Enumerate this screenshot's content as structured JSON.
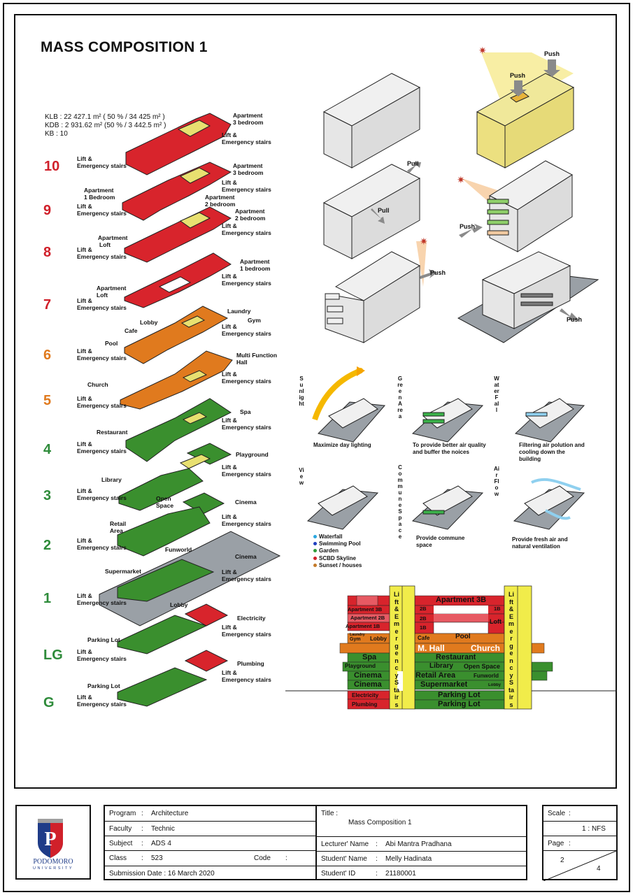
{
  "title": "MASS COMPOSITION  1",
  "stats": [
    "KLB   : 22 427.1 m² ( 50 % / 34 425 m² )",
    "KDB   : 2 931.62 m² (50 % / 3 442.5 m² )",
    "KB      : 10"
  ],
  "floors": [
    {
      "label": "10",
      "color": "#d0202a"
    },
    {
      "label": "9",
      "color": "#d0202a"
    },
    {
      "label": "8",
      "color": "#d0202a"
    },
    {
      "label": "7",
      "color": "#d0202a"
    },
    {
      "label": "6",
      "color": "#e07a1e"
    },
    {
      "label": "5",
      "color": "#e07a1e"
    },
    {
      "label": "4",
      "color": "#2e8b3a"
    },
    {
      "label": "3",
      "color": "#2e8b3a"
    },
    {
      "label": "2",
      "color": "#2e8b3a"
    },
    {
      "label": "1",
      "color": "#2e8b3a"
    },
    {
      "label": "LG",
      "color": "#2e8b3a"
    },
    {
      "label": "G",
      "color": "#2e8b3a"
    }
  ],
  "labels": {
    "lift": "Lift &",
    "emerg": "Emergency stairs",
    "apt3": "Apartment",
    "apt3b": "3 bedroom",
    "apt1": "Apartment",
    "apt1b": "1 Bedroom",
    "apt2": "Apartment",
    "apt2b": "2 bedroom",
    "loft": "Apartment",
    "loftb": "Loft",
    "apt1bed": "1 bedroom",
    "laundry": "Laundry",
    "lobby": "Lobby",
    "gym": "Gym",
    "cafe": "Cafe",
    "pool": "Pool",
    "mfh": "Multi Function",
    "mfhb": "Hall",
    "church": "Church",
    "spa": "Spa",
    "restaurant": "Restaurant",
    "playground": "Playground",
    "library": "Library",
    "open": "Open",
    "space": "Space",
    "cinema": "Cinema",
    "retail": "Retail",
    "area": "Area",
    "funworld": "Funworld",
    "supermarket": "Supermarket",
    "parking": "Parking Lot",
    "electricity": "Electricity",
    "plumbing": "Plumbing"
  },
  "diagram": {
    "push": "Push",
    "pull": "Pull"
  },
  "strategies": {
    "v1": "Sunlight",
    "v2": "Green Area",
    "v3": "Water Fall",
    "v4": "View",
    "v5": "Commune Space",
    "v6": "Air Flow",
    "c1": "Maximize day lighting",
    "c2": "To provide better air quality and buffer the noices",
    "c3": "Filtering air polution and cooling down the building",
    "c4": "Provide commune space",
    "c5": "Provide fresh air and natural ventilation"
  },
  "legend": [
    {
      "text": "Waterfall",
      "color": "#2aa7e0"
    },
    {
      "text": "Swimming Pool",
      "color": "#1f3fbf"
    },
    {
      "text": "Garden",
      "color": "#2e9c3a"
    },
    {
      "text": "SCBD Skyline",
      "color": "#d0202a"
    },
    {
      "text": "Sunset / houses",
      "color": "#c47a2a"
    }
  ],
  "section": {
    "apt3b": "Apartment 3B",
    "apt3bs": "Apartment 3B",
    "apt2bs": "Apartment 2B",
    "apt1bs": "Apartment 1B",
    "n2b": "2B",
    "n2b2": "2B",
    "n1b": "1B",
    "n1b2": "1B",
    "loft": "Loft",
    "laundry": "Laundry",
    "gym": "Gym",
    "lobby": "Lobby",
    "cafe": "Cafe",
    "pool": "Pool",
    "mhall": "M. Hall",
    "church": "Church",
    "spa": "Spa",
    "restaurant": "Restaurant",
    "playground": "Playground",
    "library": "Library",
    "openspace": "Open Space",
    "cinema": "Cinema",
    "cinema2": "Cinema",
    "retail": "Retail Area",
    "funworld": "Funworld",
    "supermarket": "Supermarket",
    "lobby2": "Lobby",
    "parking": "Parking Lot",
    "parking2": "Parking Lot",
    "electricity": "Electricity",
    "plumbing": "Plumbing",
    "liftcol": "Lift & Emergency Stairs",
    "liftcol2": "Lift & Emergency Stairs"
  },
  "titleblock": {
    "program_k": "Program",
    "program_v": "Architecture",
    "faculty_k": "Faculty",
    "faculty_v": "Technic",
    "subject_k": "Subject",
    "subject_v": "ADS 4",
    "class_k": "Class",
    "class_v": "523",
    "code_k": "Code",
    "date": "Submission Date : 16 March 2020",
    "title_k": "Title :",
    "title_v": "Mass Composition 1",
    "lecturer_k": "Lecturer' Name",
    "lecturer_v": "Abi Mantra Pradhana",
    "student_k": "Student' Name",
    "student_v": "Melly Hadinata",
    "sid_k": "Student' ID",
    "sid_v": "21180001",
    "scale_k": "Scale",
    "scale_v": "1 : NFS",
    "page_k": "Page",
    "page_a": "2",
    "page_b": "4",
    "logo_name": "PODOMORO",
    "logo_sub": "UNIVERSITY"
  }
}
